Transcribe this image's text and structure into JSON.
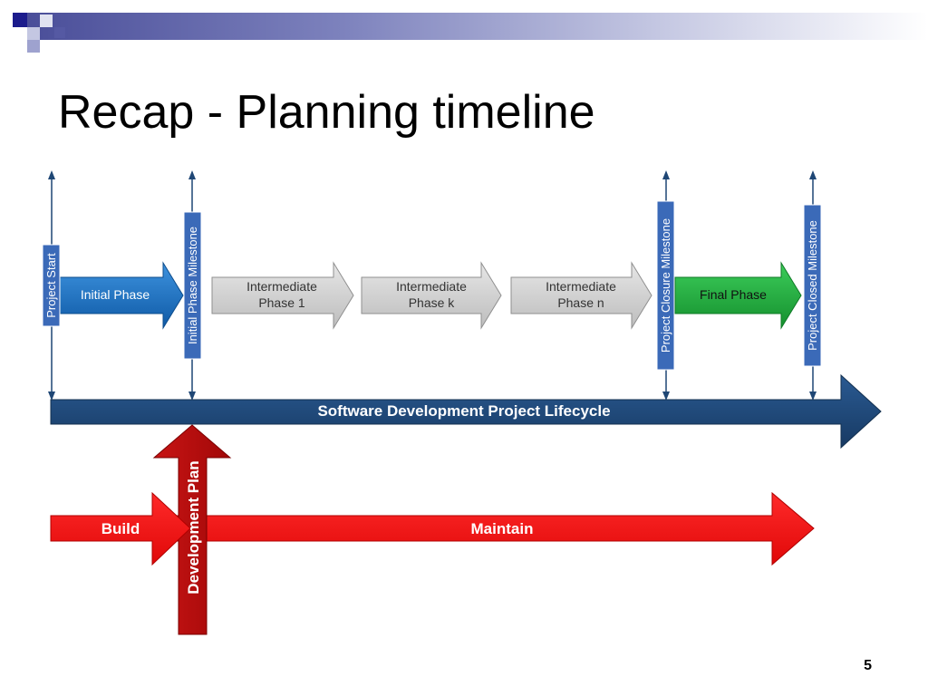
{
  "title": "Recap - Planning timeline",
  "page_number": "5",
  "colors": {
    "header_dark": "#1c1c8c",
    "header_mid": "#7d82bd",
    "header_light": "#c4c7e2",
    "phase_blue": "#1a70c2",
    "phase_grey": "#cfcfcf",
    "phase_green": "#1daa3c",
    "lifecycle_navy": "#1f4775",
    "build_red": "#f01010",
    "plan_darkred": "#b50a0a",
    "milestone_label_bg": "#3b6ab8"
  },
  "milestones": [
    {
      "label": "Project Start"
    },
    {
      "label": "Initial Phase Milestone"
    },
    {
      "label": "Project Closure Milestone"
    },
    {
      "label": "Project Closed Milestone"
    }
  ],
  "phases": [
    {
      "line1": "Initial Phase",
      "line2": ""
    },
    {
      "line1": "Intermediate",
      "line2": "Phase 1"
    },
    {
      "line1": "Intermediate",
      "line2": "Phase k"
    },
    {
      "line1": "Intermediate",
      "line2": "Phase n"
    },
    {
      "line1": "Final Phase",
      "line2": ""
    }
  ],
  "lifecycle_label": "Software Development Project Lifecycle",
  "build_label": "Build",
  "maintain_label": "Maintain",
  "plan_label": "Development Plan"
}
